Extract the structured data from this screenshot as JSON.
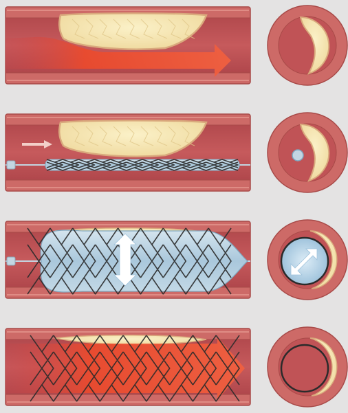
{
  "figure": {
    "background": "#e4e3e3",
    "colors": {
      "vessel_wall": "#cd6a67",
      "wall_outline": "#a84a48",
      "lumen": "#c05356",
      "wall_highlight": "#e89b92",
      "plaque": "#f2dfa3",
      "plaque_edge": "#d9a97d",
      "plaque_vein": "#e0c78a",
      "flow_arrow": "#ec4a2c",
      "balloon": "#b9d3e3",
      "balloon_edge": "#7ea6bf",
      "stent_wire": "#2b2b2b",
      "catheter": "#c3d6e2",
      "expansion_arrow": "#ffffff"
    },
    "steps": [
      {
        "id": "narrowed-artery",
        "plaque_thickness": 0.62,
        "has_catheter": false,
        "balloon_state": "none",
        "stent_state": "none",
        "blood_flow": true,
        "lumen_fraction": 0.55
      },
      {
        "id": "catheter-insertion",
        "plaque_thickness": 0.62,
        "has_catheter": true,
        "balloon_state": "deflated",
        "stent_state": "crimped",
        "blood_flow": false,
        "lumen_fraction": 0.18
      },
      {
        "id": "balloon-inflation",
        "plaque_thickness": 0.15,
        "has_catheter": true,
        "balloon_state": "inflated",
        "stent_state": "expanding",
        "blood_flow": false,
        "lumen_fraction": 0.8
      },
      {
        "id": "stent-in-place",
        "plaque_thickness": 0.15,
        "has_catheter": false,
        "balloon_state": "none",
        "stent_state": "deployed",
        "blood_flow": true,
        "lumen_fraction": 0.8
      }
    ]
  }
}
